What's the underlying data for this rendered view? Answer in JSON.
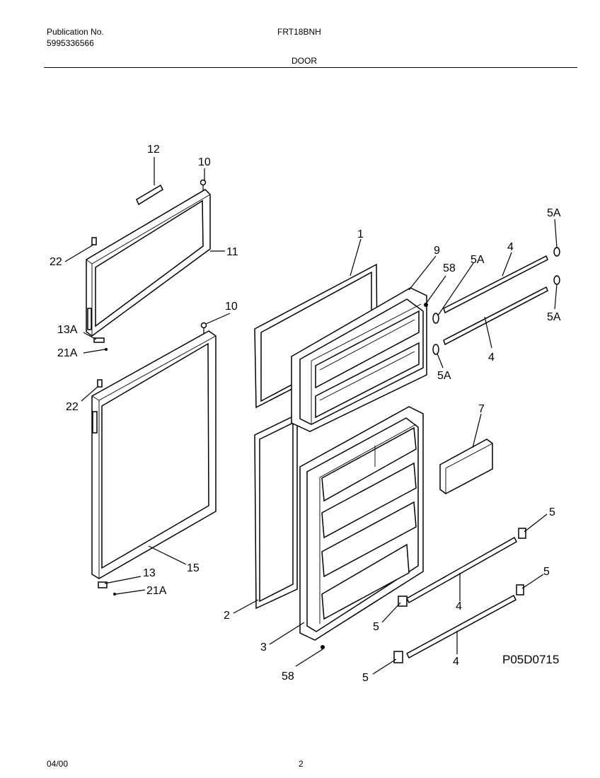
{
  "header": {
    "publication_label": "Publication No.",
    "publication_number": "5995336566",
    "model": "FRT18BNH",
    "section": "DOOR"
  },
  "footer": {
    "date": "04/00",
    "page": "2"
  },
  "diagram": {
    "code": "P05D0715",
    "callouts": [
      "12",
      "10",
      "22",
      "11",
      "13A",
      "21A",
      "10",
      "22",
      "15",
      "13",
      "21A",
      "1",
      "9",
      "58",
      "5A",
      "4",
      "5A",
      "5A",
      "4",
      "5A",
      "7",
      "2",
      "3",
      "58",
      "5",
      "4",
      "5",
      "5",
      "4",
      "5"
    ]
  }
}
